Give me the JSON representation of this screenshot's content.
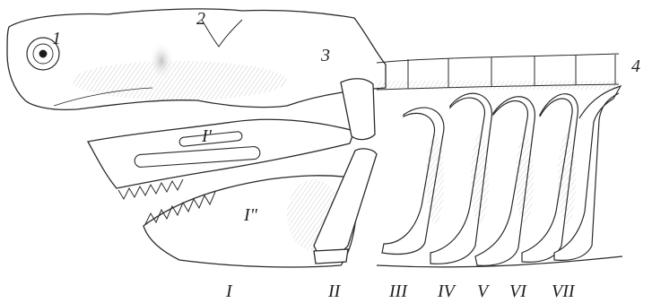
{
  "figure": {
    "region_labels": [
      {
        "id": "label-1",
        "text": "1"
      },
      {
        "id": "label-2",
        "text": "2"
      },
      {
        "id": "label-3",
        "text": "3"
      },
      {
        "id": "label-4",
        "text": "4"
      },
      {
        "id": "label-1-prime",
        "text": "I'"
      },
      {
        "id": "label-1-double-prime",
        "text": "I\""
      }
    ],
    "arch_labels": [
      "I",
      "II",
      "III",
      "IV",
      "V",
      "VI",
      "VII"
    ],
    "ink_color": "#2a2a2a",
    "paper_color": "#ffffff",
    "shade_color": "#9a9a9a"
  }
}
